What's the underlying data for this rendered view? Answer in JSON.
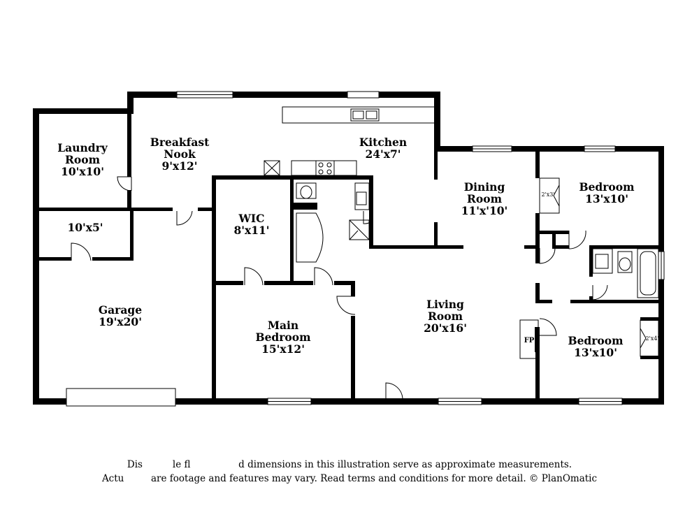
{
  "rooms": {
    "laundry": {
      "name": "Laundry\nRoom",
      "dims": "10'x10'"
    },
    "breakfast": {
      "name": "Breakfast\nNook",
      "dims": "9'x12'"
    },
    "kitchen": {
      "name": "Kitchen",
      "dims": "24'x7'"
    },
    "dining": {
      "name": "Dining\nRoom",
      "dims": "11'x'10'"
    },
    "bedroom_top": {
      "name": "Bedroom",
      "dims": "13'x10'"
    },
    "storage": {
      "name": "",
      "dims": "10'x5'"
    },
    "wic": {
      "name": "WIC",
      "dims": "8'x11'"
    },
    "garage": {
      "name": "Garage",
      "dims": "19'x20'"
    },
    "main_bedroom": {
      "name": "Main\nBedroom",
      "dims": "15'x12'"
    },
    "living": {
      "name": "Living\nRoom",
      "dims": "20'x16'"
    },
    "bedroom_bottom": {
      "name": "Bedroom",
      "dims": "13'x10'"
    }
  },
  "closet_labels": {
    "top": "2'x3'",
    "bottom": "2'x4'"
  },
  "fireplace": "FP",
  "disclaimer": {
    "line1": "Dis          le fl                d dimensions in this illustration serve as approximate measurements.",
    "line2": "Actu         are footage and features may vary. Read terms and conditions for more detail. © PlanOmatic"
  }
}
